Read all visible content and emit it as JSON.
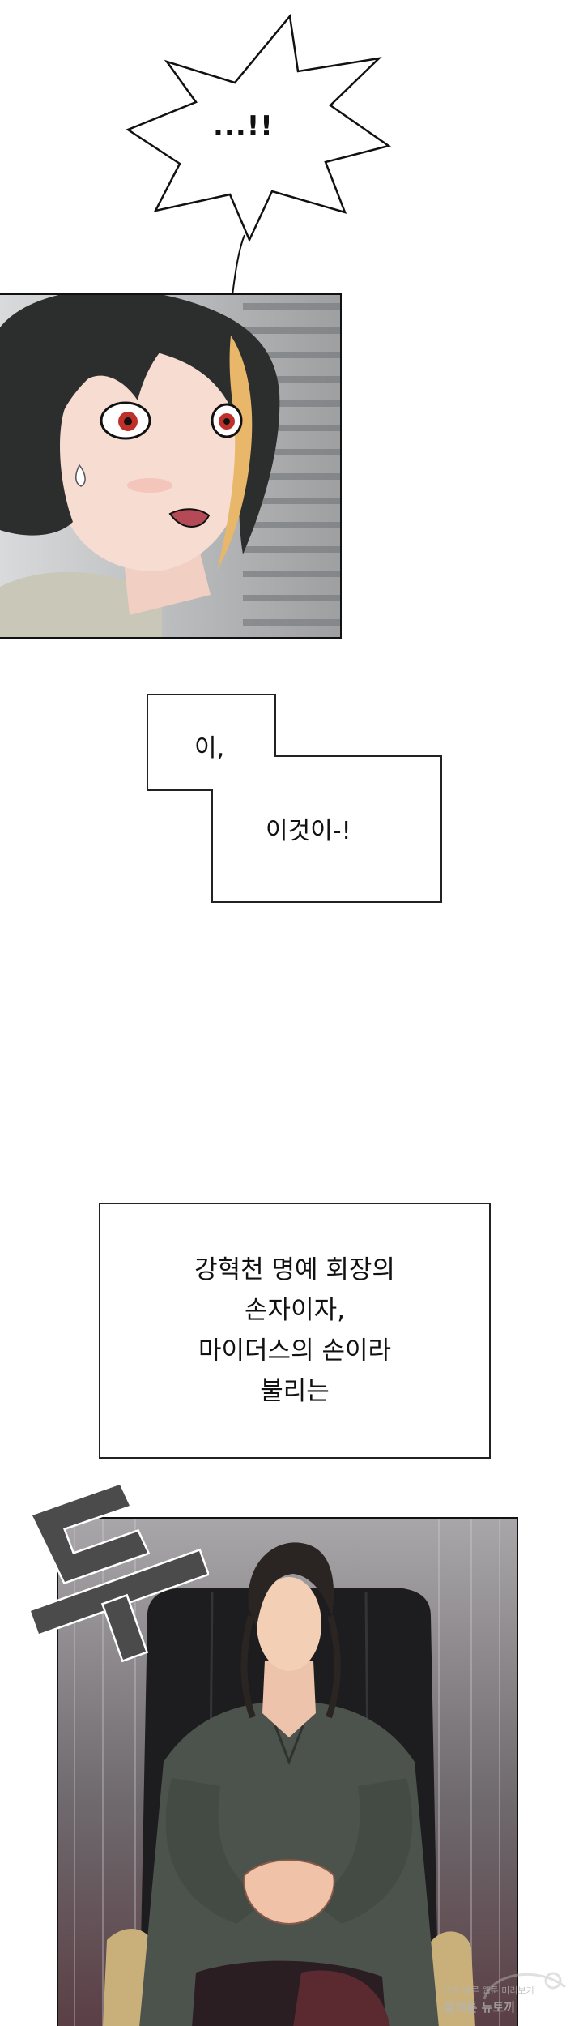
{
  "shout_bubble": {
    "text": "...!!"
  },
  "dialogue_box": {
    "line1": "이,",
    "line2": "이것이-!"
  },
  "caption": {
    "lines": [
      "강혁천 명예 회장의",
      "손자이자,",
      "마이더스의 손이라",
      "불리는"
    ]
  },
  "sound_effect": {
    "text": "두"
  },
  "watermark": {
    "line1": "가장 빠른 웹툰 미리보기",
    "line2": "블랙툰 뉴토끼"
  },
  "colors": {
    "background": "#ffffff",
    "ink": "#111111",
    "eye_red": "#c0302a",
    "hair_dark": "#2b2e2d",
    "hair_highlight": "#e8b76a",
    "shirt": "#4c524c",
    "chair": "#1d1d1f"
  }
}
